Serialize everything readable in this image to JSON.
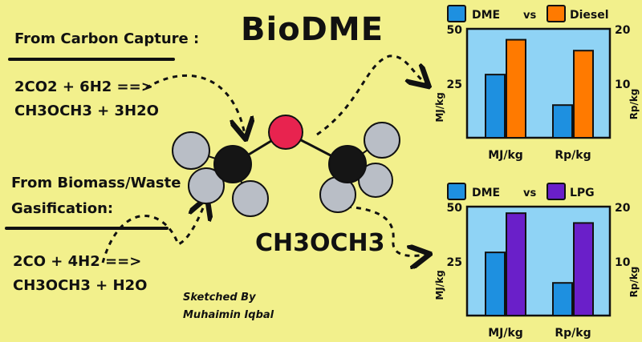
{
  "title": "BioDME",
  "left": {
    "carbon_heading": "From Carbon Capture :",
    "carbon_eq_line1": "2CO2 + 6H2 ==>",
    "carbon_eq_line2": "CH3OCH3 + 3H2O",
    "biomass_heading_line1": "From Biomass/Waste",
    "biomass_heading_line2": "Gasification:",
    "biomass_eq_line1": "2CO + 4H2 ==>",
    "biomass_eq_line2": "CH3OCH3 + H2O"
  },
  "molecule": {
    "formula": "CH3OCH3"
  },
  "credit": {
    "line1": "Sketched By",
    "line2": "Muhaimin Iqbal"
  },
  "colors": {
    "background": "#f2f08c",
    "chart_background": "#8fd3f5",
    "dme": "#1e90e0",
    "diesel": "#ff7a00",
    "lpg": "#6a1fc9",
    "oxygen": "#e8234f",
    "carbon": "#151515",
    "hydrogen": "#b9bec6"
  },
  "chart_data": [
    {
      "type": "bar",
      "legend": [
        "DME",
        "vs",
        "Diesel"
      ],
      "categories": [
        "MJ/kg",
        "Rp/kg"
      ],
      "series": [
        {
          "name": "DME",
          "values": [
            29,
            6
          ],
          "color": "#1e90e0"
        },
        {
          "name": "Diesel",
          "values": [
            45,
            16
          ],
          "color": "#ff7a00"
        }
      ],
      "left_axis": {
        "label": "MJ/kg",
        "ticks": [
          "50",
          "25"
        ],
        "ylim": [
          0,
          50
        ]
      },
      "right_axis": {
        "label": "Rp/kg",
        "ticks": [
          "20",
          "10"
        ],
        "ylim": [
          0,
          20
        ]
      }
    },
    {
      "type": "bar",
      "legend": [
        "DME",
        "vs",
        "LPG"
      ],
      "categories": [
        "MJ/kg",
        "Rp/kg"
      ],
      "series": [
        {
          "name": "DME",
          "values": [
            29,
            6
          ],
          "color": "#1e90e0"
        },
        {
          "name": "LPG",
          "values": [
            47,
            17
          ],
          "color": "#6a1fc9"
        }
      ],
      "left_axis": {
        "label": "MJ/kg",
        "ticks": [
          "50",
          "25"
        ],
        "ylim": [
          0,
          50
        ]
      },
      "right_axis": {
        "label": "Rp/kg",
        "ticks": [
          "20",
          "10"
        ],
        "ylim": [
          0,
          20
        ]
      }
    }
  ]
}
